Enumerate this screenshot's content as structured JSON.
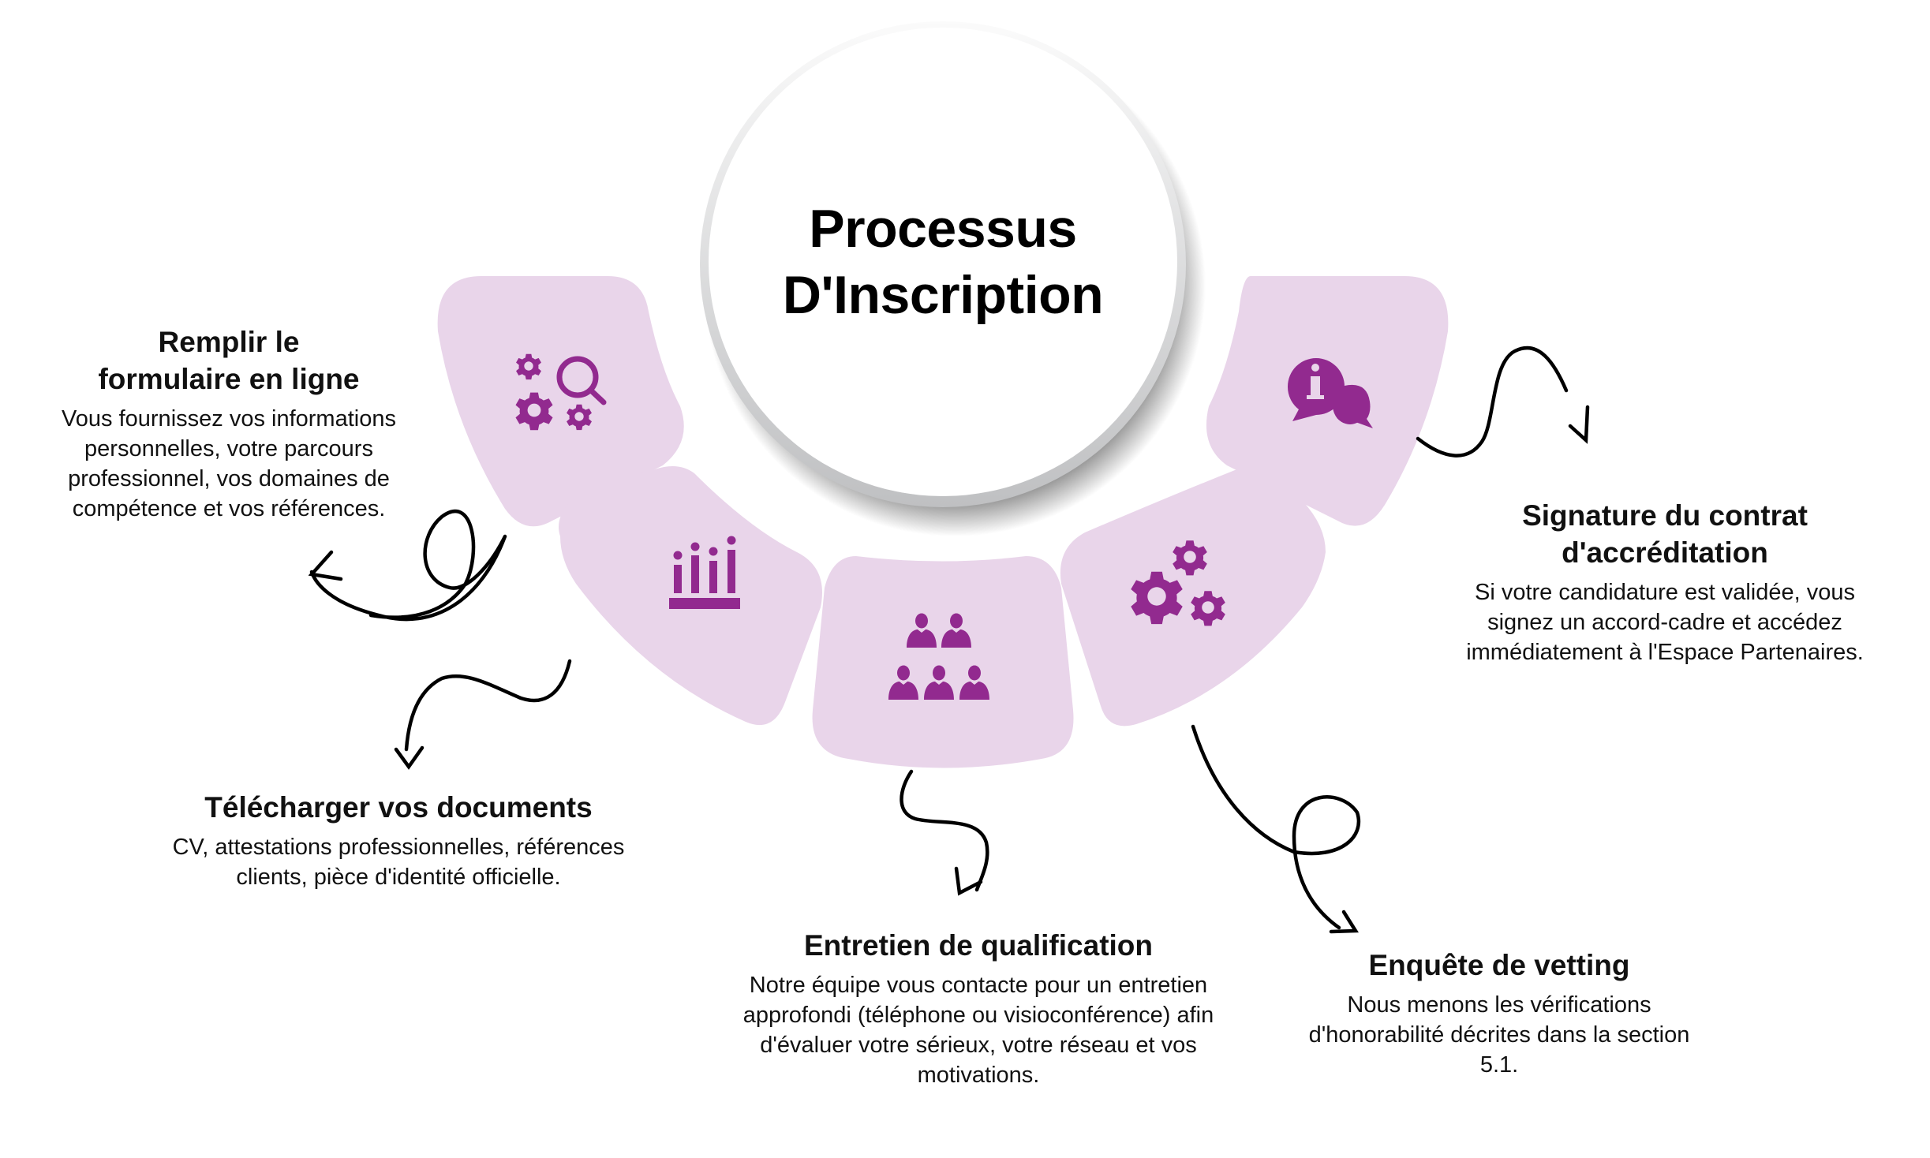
{
  "diagram": {
    "title_line1": "Processus",
    "title_line2": "D'Inscription",
    "colors": {
      "card_fill": "#e9d5ea",
      "icon": "#922a8f",
      "arrow": "#000000",
      "circle_fill": "#ffffff",
      "circle_ring": "#d9dadc"
    },
    "steps": [
      {
        "icon": "gears-search-icon",
        "title_line1": "Remplir le",
        "title_line2": "formulaire en ligne",
        "description": "Vous fournissez vos informations personnelles, votre parcours professionnel, vos domaines de compétence et vos références."
      },
      {
        "icon": "bar-chart-icon",
        "title_line1": "Télécharger vos documents",
        "title_line2": "",
        "description": "CV, attestations professionnelles, références clients, pièce d'identité officielle."
      },
      {
        "icon": "people-group-icon",
        "title_line1": "Entretien de qualification",
        "title_line2": "",
        "description": "Notre équipe vous contacte pour un entretien approfondi (téléphone ou visioconférence) afin d'évaluer votre sérieux, votre réseau et vos motivations."
      },
      {
        "icon": "gears-icon",
        "title_line1": "Enquête de vetting",
        "title_line2": "",
        "description": "Nous menons les vérifications d'honorabilité décrites dans la section 5.1."
      },
      {
        "icon": "info-chat-icon",
        "title_line1": "Signature du contrat",
        "title_line2": "d'accréditation",
        "description": "Si votre candidature est validée, vous signez un accord-cadre et accédez immédiatement à l'Espace Partenaires."
      }
    ]
  }
}
